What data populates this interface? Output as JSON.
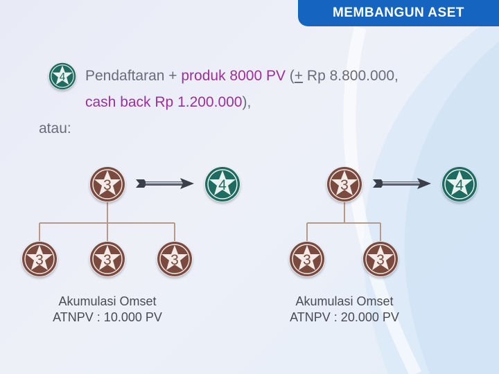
{
  "header": {
    "title": "MEMBANGUN ASET"
  },
  "intro": {
    "number": "4",
    "line1_part1": "Pendaftaran + ",
    "line1_highlight": "produk 8000 PV",
    "line1_part2": " (",
    "line1_plusminus": "+",
    "line1_part3": " Rp 8.800.000,",
    "line2_highlight": "cash back Rp 1.200.000",
    "line2_rest": "),",
    "or_text": "atau:"
  },
  "diagrams": [
    {
      "parent": "3",
      "result": "4",
      "children": [
        "3",
        "3",
        "3"
      ],
      "caption_line1": "Akumulasi Omset",
      "caption_line2": "ATNPV : 10.000 PV"
    },
    {
      "parent": "3",
      "result": "4",
      "children": [
        "3",
        "3"
      ],
      "caption_line1": "Akumulasi Omset",
      "caption_line2": "ATNPV : 20.000 PV"
    }
  ],
  "colors": {
    "header": "#1565c0",
    "badge_brown": "#7a4a3e",
    "badge_green": "#1f6b5f",
    "highlight": "#9c2f9b",
    "tree_line": "#b59a8a"
  }
}
